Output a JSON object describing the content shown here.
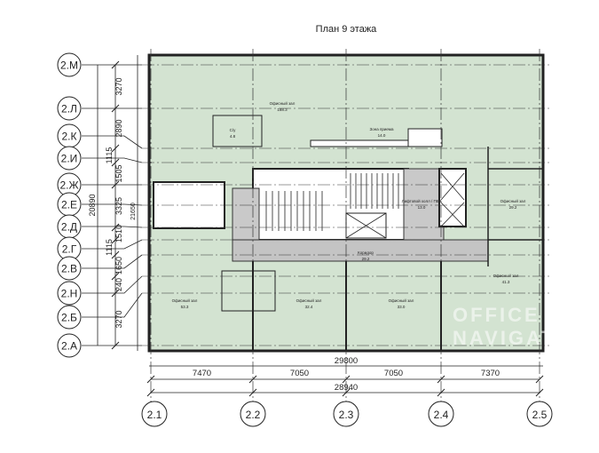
{
  "title": "План 9 этажа",
  "watermark": "OFFICE NAVIGATOR",
  "axes_rows": [
    "2.М",
    "2.Л",
    "2.К",
    "2.И",
    "2.Ж",
    "2.Е",
    "2.Д",
    "2.Г",
    "2.В",
    "2.Н",
    "2.Б",
    "2.А"
  ],
  "axes_cols": [
    "2.1",
    "2.2",
    "2.3",
    "2.4",
    "2.5"
  ],
  "dims_vertical": [
    "3270",
    "2890",
    "1115",
    "1505",
    "3325",
    "1510",
    "1115",
    "1650",
    "240",
    "3270"
  ],
  "dim_vertical_total_outer": "20890",
  "dim_vertical_total_inner": "21650",
  "dims_horizontal": [
    "7470",
    "7050",
    "7050",
    "7370"
  ],
  "dim_horizontal_total_outer": "29800",
  "dim_horizontal_total_inner": "28940",
  "rooms": [
    {
      "name": "Офисный зал",
      "area": "188.3"
    },
    {
      "name": "Зона приема",
      "area": "14.0"
    },
    {
      "name": "С/у",
      "area": "4.8"
    },
    {
      "name": "Лифтовой холл / ПБЗ",
      "area": "13.0"
    },
    {
      "name": "Офисный зал",
      "area": "29.2"
    },
    {
      "name": "Коридор",
      "area": "29.2"
    },
    {
      "name": "Офисный зал",
      "area": "53.3"
    },
    {
      "name": "Офисный зал",
      "area": "32.4"
    },
    {
      "name": "Офисный зал",
      "area": "33.0"
    },
    {
      "name": "Офисный зал",
      "area": "41.3"
    }
  ]
}
